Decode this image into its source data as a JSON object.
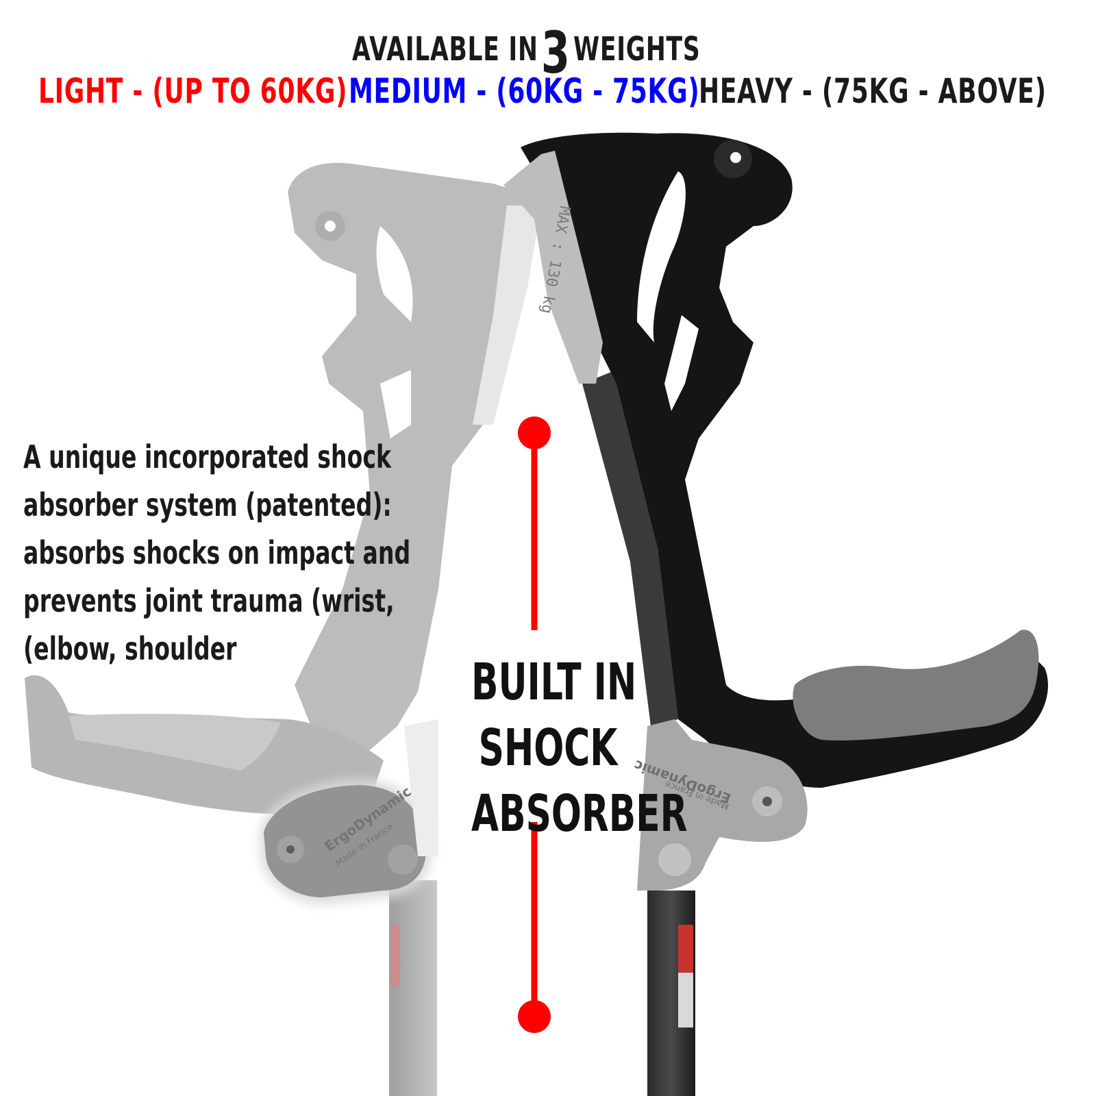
{
  "headline": {
    "prefix": "AVAILABLE IN",
    "number": "3",
    "suffix": "WEIGHTS"
  },
  "weights": [
    {
      "label": "LIGHT - (UP TO 60KG)",
      "color": "#ff0000"
    },
    {
      "label": "MEDIUM - (60KG - 75KG)",
      "color": "#0000ff"
    },
    {
      "label": "HEAVY - (75KG - ABOVE)",
      "color": "#1a1a1a"
    }
  ],
  "description": {
    "lines": [
      "A unique incorporated shock",
      "absorber system (patented):",
      "absorbs shocks on impact and",
      "prevents joint trauma (wrist,",
      "(elbow, shoulder"
    ]
  },
  "callout": {
    "lines": [
      "BUILT IN",
      "SHOCK",
      "ABSORBER"
    ],
    "marker_color": "#ff0000"
  },
  "product_markings": {
    "brand": "ErgoDynamic",
    "origin": "Made in France",
    "max_load": "MAX : 130 kg"
  },
  "colors": {
    "crutch_dark": "#111111",
    "crutch_grey": "#a6a6a6",
    "crutch_light_grey": "#c9c9c9",
    "ghost_grey": "#b3b3b3",
    "text": "#1a1a1a"
  }
}
